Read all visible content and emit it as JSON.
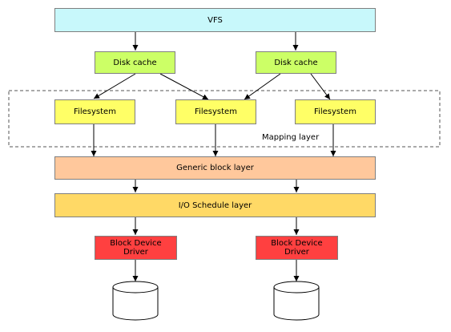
{
  "diagram": {
    "vfs": "VFS",
    "disk_cache_left": "Disk cache",
    "disk_cache_right": "Disk cache",
    "filesystem_1": "Filesystem",
    "filesystem_2": "Filesystem",
    "filesystem_3": "Filesystem",
    "mapping_layer": "Mapping layer",
    "generic_block_layer": "Generic block layer",
    "io_schedule_layer": "I/O Schedule layer",
    "driver_left": "Block Device\nDriver",
    "driver_right": "Block Device\nDriver"
  },
  "colors": {
    "vfs": "#c8f8fb",
    "disk_cache": "#ccff66",
    "filesystem": "#ffff66",
    "generic_block_layer": "#ffc89c",
    "io_schedule_layer": "#ffd966",
    "block_device_driver": "#ff4040"
  }
}
